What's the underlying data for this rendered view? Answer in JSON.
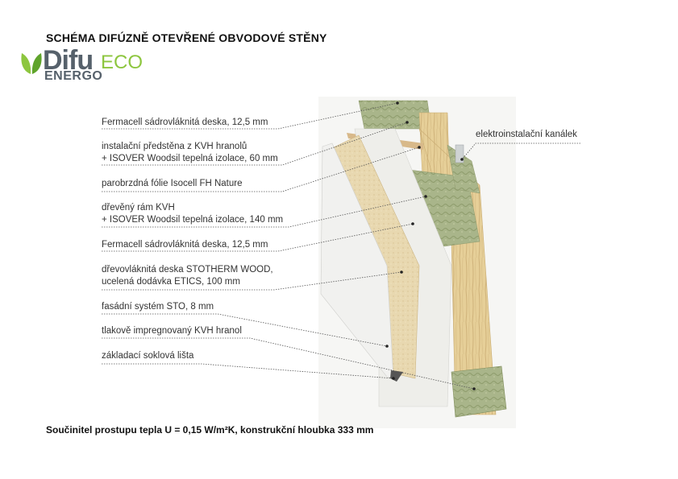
{
  "title": "SCHÉMA DIFÚZNĚ OTEVŘENÉ OBVODOVÉ STĚNY",
  "logo": {
    "brand": "Difu",
    "suffix": "ECO",
    "subline": "ENERGO",
    "colors": {
      "grey": "#56616b",
      "green": "#8dc63f"
    }
  },
  "layers": [
    {
      "line1": "Fermacell sádrovláknitá deska, 12,5 mm",
      "line2": ""
    },
    {
      "line1": "instalační předstěna z KVH hranolů",
      "line2": "+ ISOVER Woodsil tepelná izolace, 60 mm"
    },
    {
      "line1": "parobrzdná fólie Isocell FH Nature",
      "line2": ""
    },
    {
      "line1": "dřevěný rám KVH",
      "line2": "+ ISOVER Woodsil tepelná izolace, 140 mm"
    },
    {
      "line1": "Fermacell sádrovláknitá deska, 12,5 mm",
      "line2": ""
    },
    {
      "line1": "dřevovláknitá deska STOTHERM WOOD,",
      "line2": "ucelená dodávka ETICS, 100 mm"
    },
    {
      "line1": "fasádní systém STO, 8 mm",
      "line2": ""
    },
    {
      "line1": "tlakově impregnovaný KVH hranol",
      "line2": ""
    },
    {
      "line1": "základací soklová lišta",
      "line2": ""
    }
  ],
  "side_label": "elektroinstalační kanálek",
  "footer": "Součinitel prostupu tepla U = 0,15 W/m²K, konstrukční hloubka 333 mm"
}
